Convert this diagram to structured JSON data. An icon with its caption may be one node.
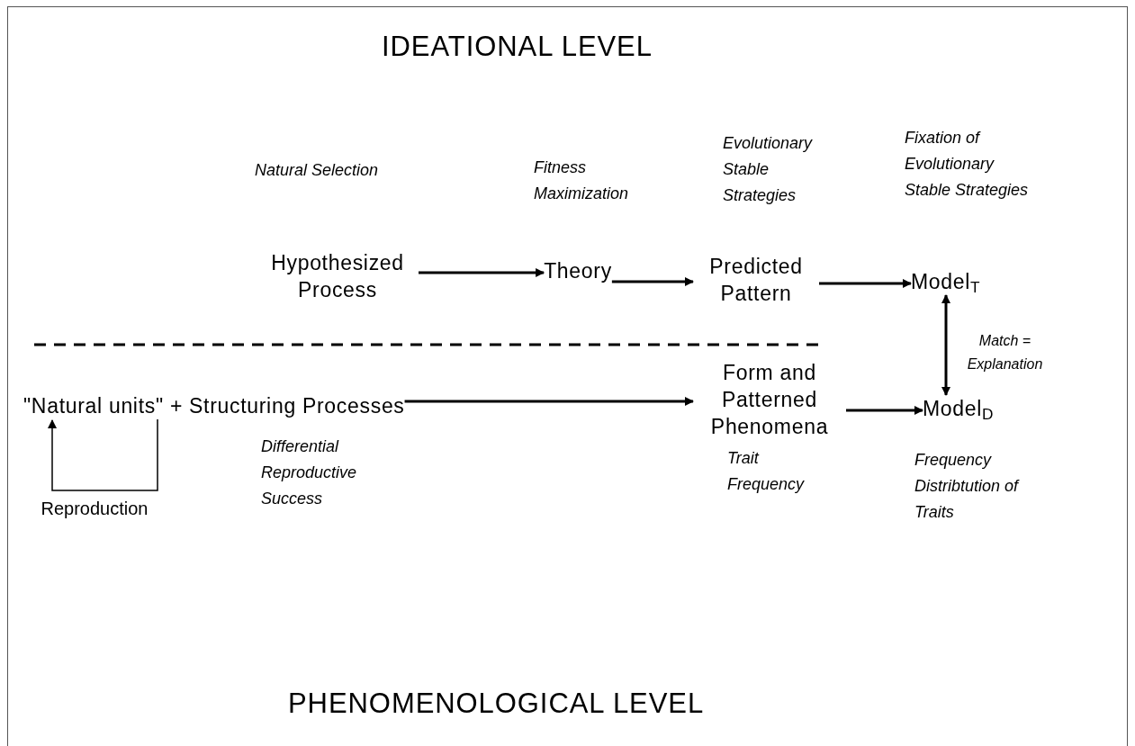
{
  "diagram": {
    "nodes": [
      {
        "text": [
          "Hypothesized Process"
        ]
      },
      {
        "text": [
          "Theory"
        ],
        "beside": [
          "Fitness Maximization"
        ]
      },
      {
        "text": [
          "Predicted Pattern"
        ],
        "beside": [
          "Evolutionary Stable Strategies"
        ]
      },
      {
        "text": [
          "Model$_{T}$"
        ]
      },
      {
        "text": [
          "\"Natural units\" + Structuring Processes"
        ],
        "beside": [
          "Differential Reproductive Success"
        ]
      },
      {
        "text": [
          "Form and Patterned Phenomena"
        ],
        "beside": [
          "Trait Frequency"
        ]
      },
      {
        "text": [
          "Model$_{D}$"
        ],
        "beside": [
          "Frequency Distribtution of Traits"
        ]
      }
    ],
    "edges": [
      {
        "from": 0,
        "to": 1,
        "arrow": "to"
      },
      {
        "from": 1,
        "to": 2,
        "arrow": "to"
      },
      {
        "from": 2,
        "to": 3,
        "arrow": "to"
      },
      {
        "from": 3,
        "to": 6,
        "arrow": "both",
        "label": "Match = Explanation"
      },
      {
        "from": 4,
        "to": 5,
        "arrow": "to"
      },
      {
        "from": 5,
        "to": 6,
        "arrow": "to"
      },
      {
        "from": 4,
        "to": 4,
        "arrow": "to",
        "label": "Reproduction"
      }
    ],
    "labels": [
      "IDEATIONAL LEVEL",
      "Natural Selection",
      "Fixation of Evolutionary Stable Strategies",
      "PHENOMENOLOGICAL LEVEL"
    ]
  }
}
